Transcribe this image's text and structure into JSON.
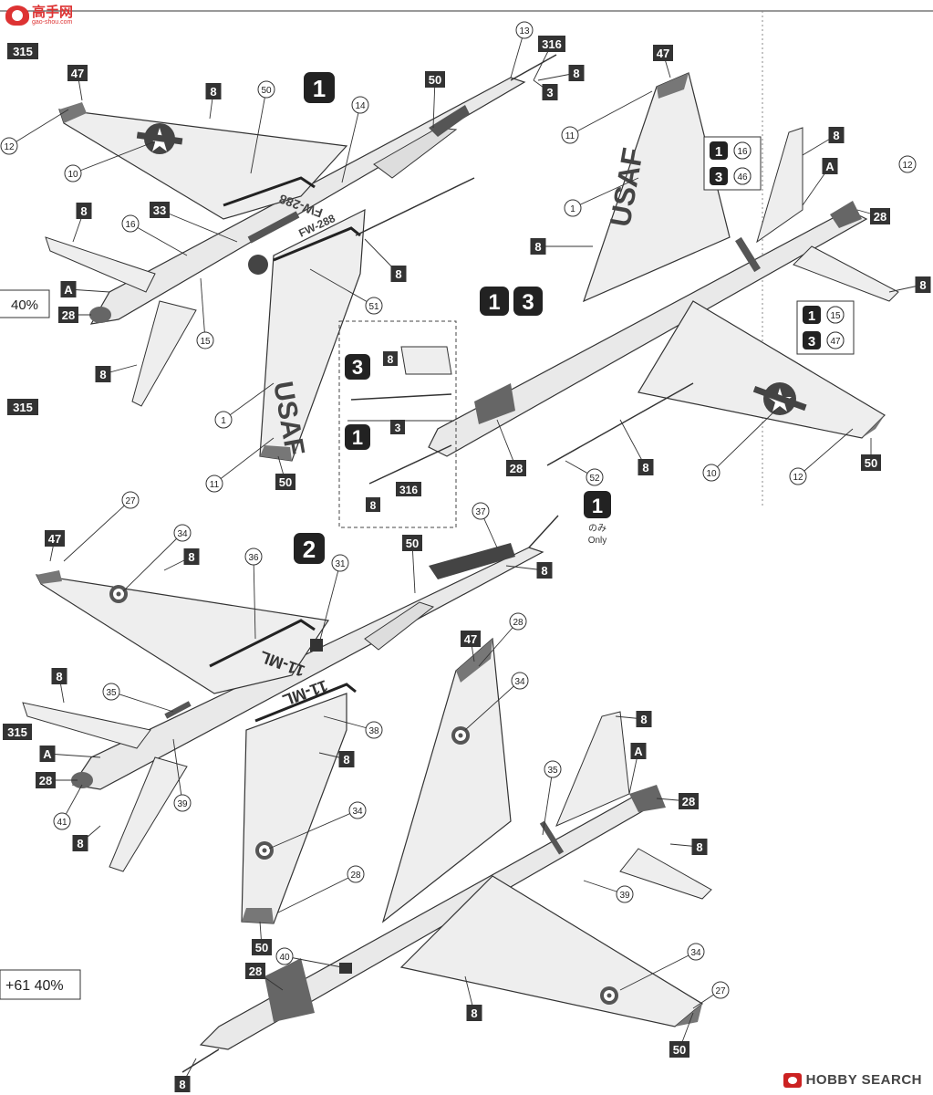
{
  "watermark": {
    "site_chars": "高手网",
    "site_url": "gao-shou.com"
  },
  "footer": {
    "brand": "HOBBY SEARCH"
  },
  "edge_labels": {
    "e315a": "315",
    "e315b": "315",
    "e315c": "315",
    "pct1": "40%",
    "pct2": "+61 40%"
  },
  "scheme_labels": {
    "s1": "1",
    "s13a": "1",
    "s13b": "3",
    "s2": "2",
    "only_jp": "のみ",
    "only_en": "Only"
  },
  "callouts": {
    "n1": "1",
    "n10": "10",
    "n11": "11",
    "n12": "12",
    "n13": "13",
    "n14": "14",
    "n15": "15",
    "n16": "16",
    "n27": "27",
    "n28": "28",
    "n31": "31",
    "n34": "34",
    "n35": "35",
    "n36": "36",
    "n37": "37",
    "n38": "38",
    "n39": "39",
    "n40": "40",
    "n41": "41",
    "n46": "46",
    "n47": "47",
    "n50": "50",
    "n51": "51",
    "n52": "52",
    "b3": "3",
    "b8": "8",
    "b28": "28",
    "b33": "33",
    "b47": "47",
    "b50": "50",
    "b316": "316",
    "bA": "A"
  },
  "aircraft_marks": {
    "usaf": "USAF",
    "fw288": "FW-288",
    "ml11": "11-ML"
  },
  "legend_box_1": {
    "r1_scheme": "1",
    "r1_num": "16",
    "r2_scheme": "3",
    "r2_num": "46"
  },
  "legend_box_2": {
    "r1_scheme": "1",
    "r1_num": "15",
    "r2_scheme": "3",
    "r2_num": "47"
  },
  "inset": {
    "sch3": "3",
    "sch1": "1",
    "p8a": "8",
    "p3": "3",
    "p316": "316",
    "p8b": "8"
  }
}
